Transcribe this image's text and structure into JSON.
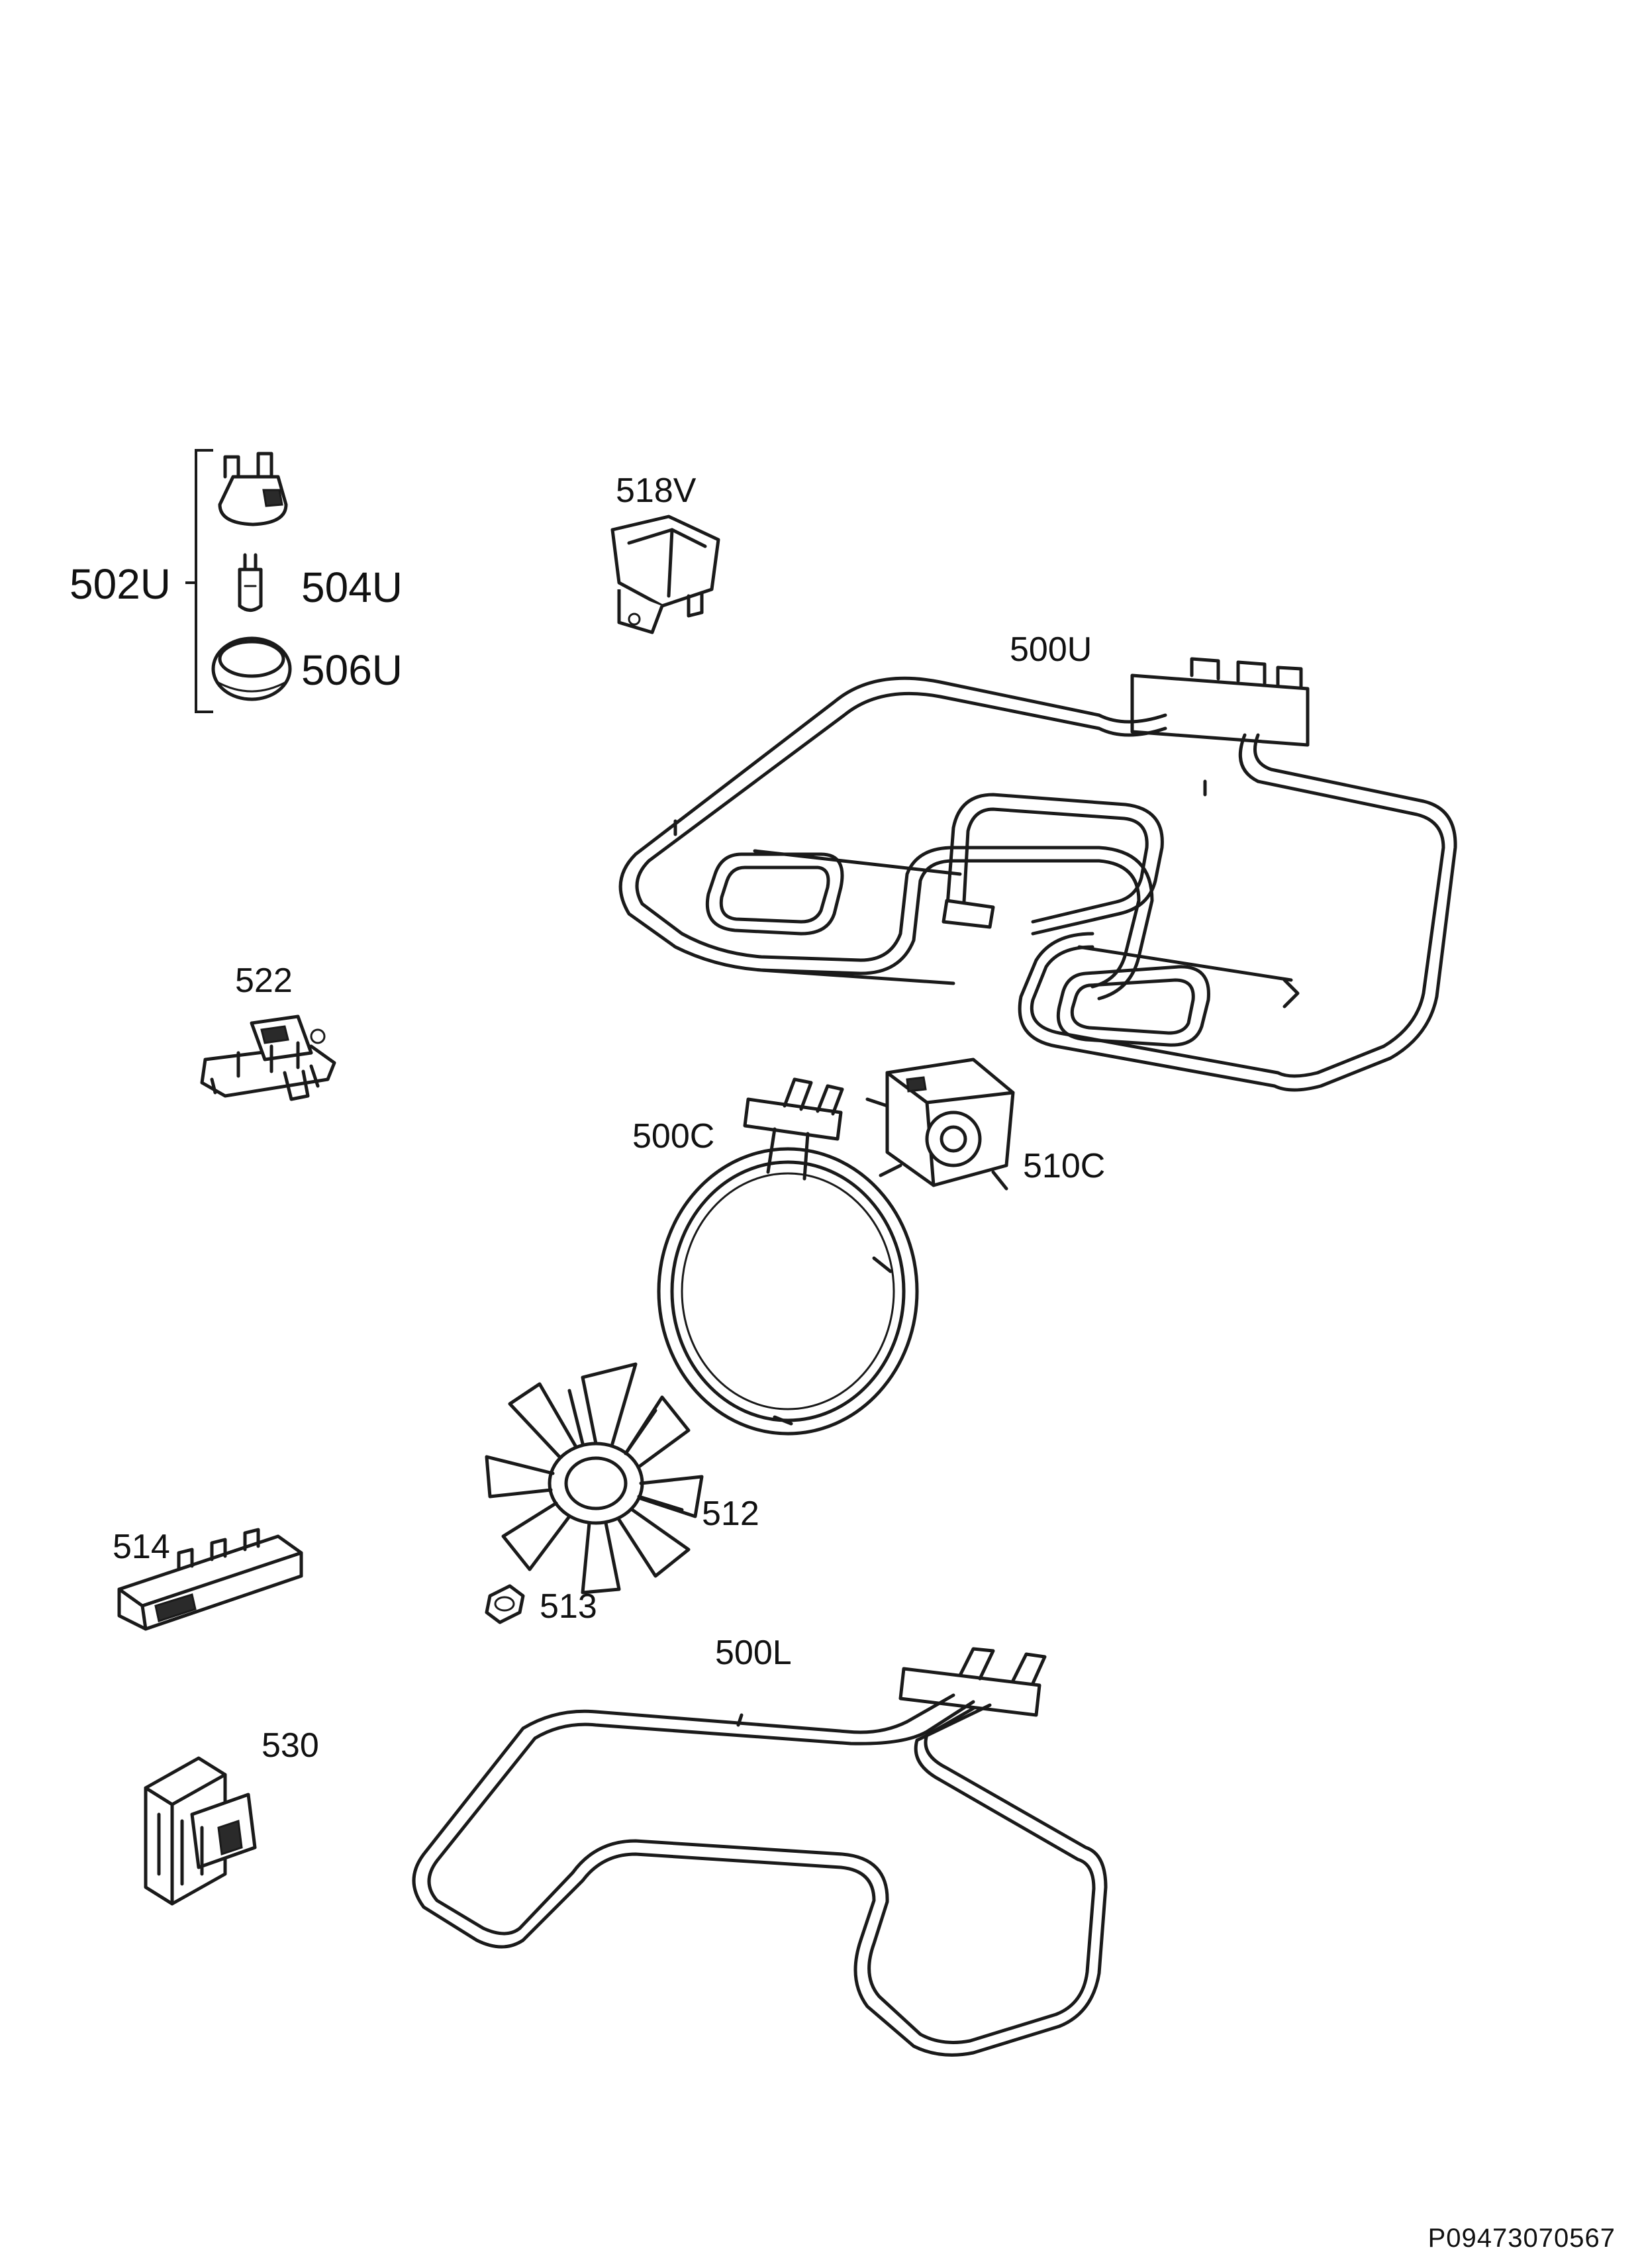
{
  "labels": {
    "p502U": "502U",
    "p504U": "504U",
    "p506U": "506U",
    "p518V": "518V",
    "p500U": "500U",
    "p522": "522",
    "p500C": "500C",
    "p510C": "510C",
    "p512": "512",
    "p513": "513",
    "p514": "514",
    "p500L": "500L",
    "p530": "530"
  },
  "document_number": "P09473070567"
}
